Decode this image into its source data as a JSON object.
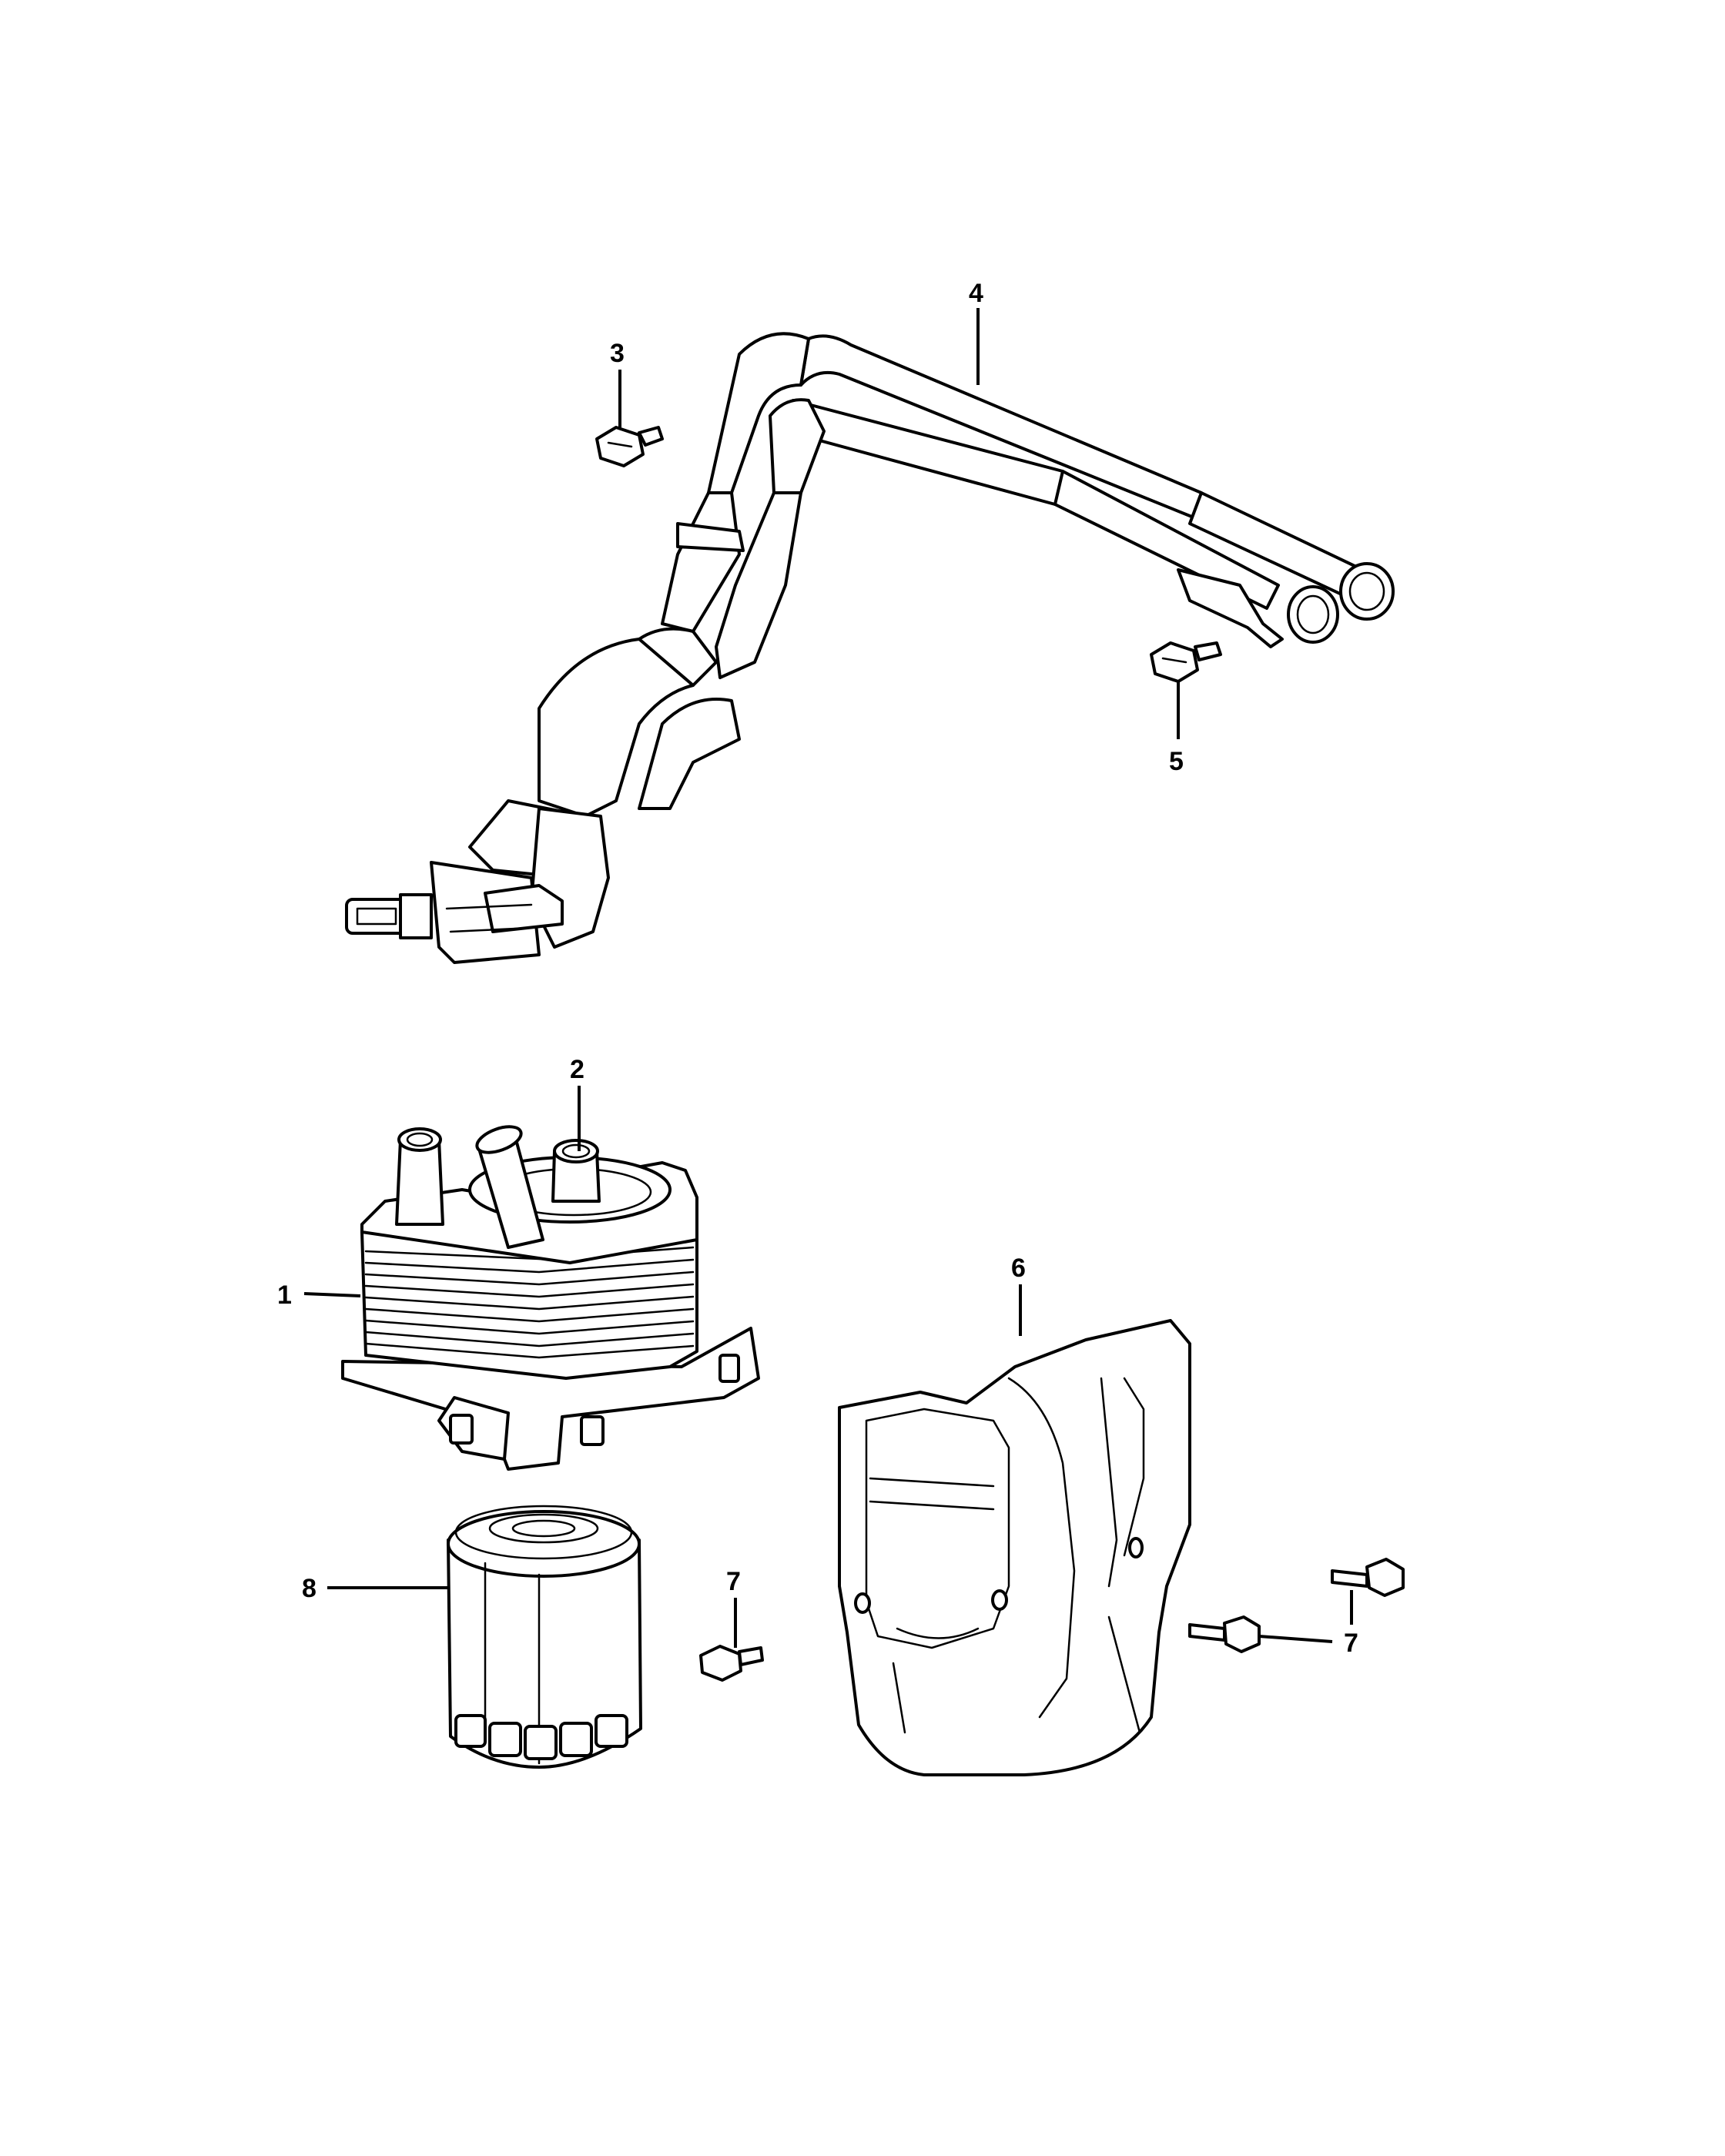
{
  "callouts": [
    {
      "id": "1",
      "label": "1"
    },
    {
      "id": "2",
      "label": "2"
    },
    {
      "id": "3",
      "label": "3"
    },
    {
      "id": "4",
      "label": "4"
    },
    {
      "id": "5",
      "label": "5"
    },
    {
      "id": "6",
      "label": "6"
    },
    {
      "id": "7a",
      "label": "7"
    },
    {
      "id": "7b",
      "label": "7"
    },
    {
      "id": "8",
      "label": "8"
    }
  ],
  "colors": {
    "line": "#000000",
    "background": "#ffffff"
  }
}
